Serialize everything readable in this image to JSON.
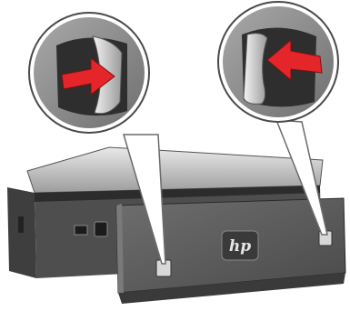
{
  "illustration": {
    "logo_text": "hp",
    "callouts": [
      {
        "name": "left-latch-callout",
        "arrow_direction": "right"
      },
      {
        "name": "right-latch-callout",
        "arrow_direction": "left"
      }
    ],
    "colors": {
      "arrow": "#e4262b",
      "printer_dark": "#3b3b3b",
      "printer_mid": "#6a6a6a",
      "printer_light": "#bdbdbd",
      "callout_bg": "#8c8c8c"
    }
  }
}
